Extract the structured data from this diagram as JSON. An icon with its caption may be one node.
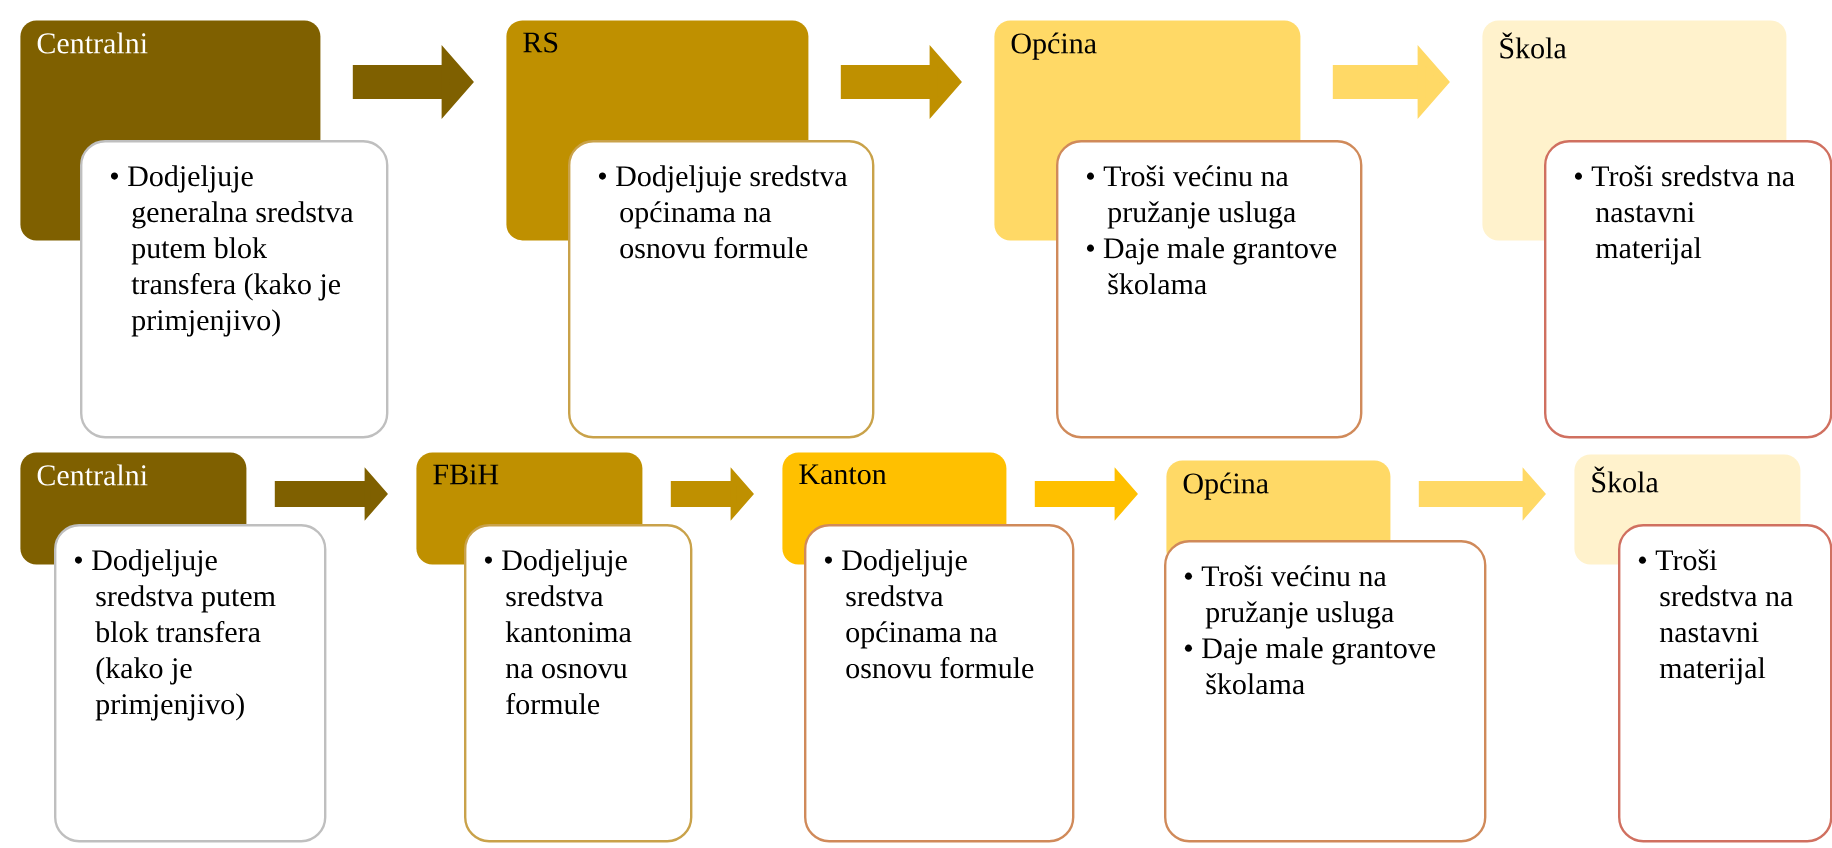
{
  "diagram": {
    "nodes": [
      {
        "text": [
          "Centralni",
          "• Dodjeljuje generalna sredstva putem blok transfera (kako je primjenjivo)"
        ]
      },
      {
        "text": [
          "RS",
          "• Dodjeljuje sredstva općinama na osnovu formule"
        ]
      },
      {
        "text": [
          "Općina",
          "• Troši većinu na pružanje usluga",
          "• Daje male grantove školama"
        ]
      },
      {
        "text": [
          "Škola",
          "• Troši sredstva na nastavni materijal"
        ]
      },
      {
        "text": [
          "Centralni",
          "• Dodjeljuje sredstva putem blok transfera (kako je primjenjivo)"
        ]
      },
      {
        "text": [
          "FBiH",
          "• Dodjeljuje sredstva kantonima na osnovu formule"
        ]
      },
      {
        "text": [
          "Kanton",
          "• Dodjeljuje sredstva općinama na osnovu formule"
        ]
      },
      {
        "text": [
          "Općina",
          "• Troši većinu na pružanje usluga",
          "• Daje male grantove školama"
        ]
      },
      {
        "text": [
          "Škola",
          "• Troši sredstva na nastavni materijal"
        ]
      }
    ],
    "edges": [
      {
        "from": 0,
        "to": 1,
        "arrow": "to",
        "color": "#7f6000"
      },
      {
        "from": 1,
        "to": 2,
        "arrow": "to",
        "color": "#bf9000"
      },
      {
        "from": 2,
        "to": 3,
        "arrow": "to",
        "color": "#ffd966"
      },
      {
        "from": 4,
        "to": 5,
        "arrow": "to",
        "color": "#7f6000"
      },
      {
        "from": 5,
        "to": 6,
        "arrow": "to",
        "color": "#bf9000"
      },
      {
        "from": 6,
        "to": 7,
        "arrow": "to",
        "color": "#ffc000"
      },
      {
        "from": 7,
        "to": 8,
        "arrow": "to",
        "color": "#ffd966"
      }
    ]
  }
}
